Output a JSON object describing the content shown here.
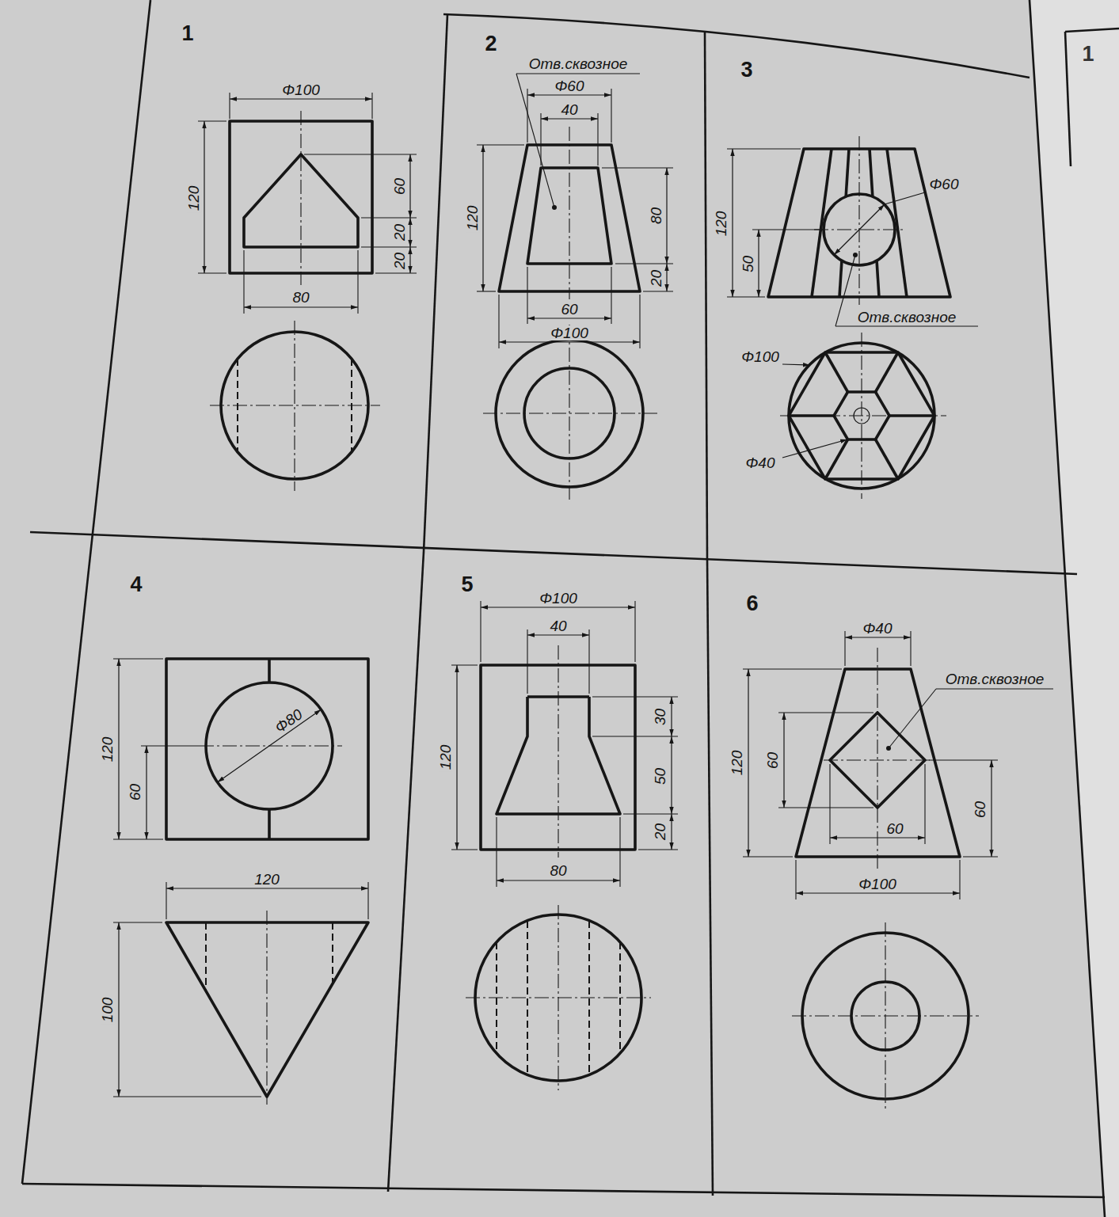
{
  "diagram": {
    "labels": [
      "1",
      "Φ100",
      "120",
      "60",
      "20",
      "20",
      "80",
      "2",
      "Отв.сквозное",
      "Φ60",
      "40",
      "120",
      "80",
      "20",
      "60",
      "Φ100",
      "3",
      "Φ60",
      "120",
      "50",
      "Отв.сквозное",
      "Φ100",
      "Φ40",
      "4",
      "120",
      "60",
      "Φ80",
      "120",
      "100",
      "5",
      "Φ100",
      "40",
      "120",
      "30",
      "50",
      "20",
      "80",
      "6",
      "Φ40",
      "Отв.сквозное",
      "120",
      "60",
      "60",
      "60",
      "Φ100",
      "1"
    ]
  }
}
